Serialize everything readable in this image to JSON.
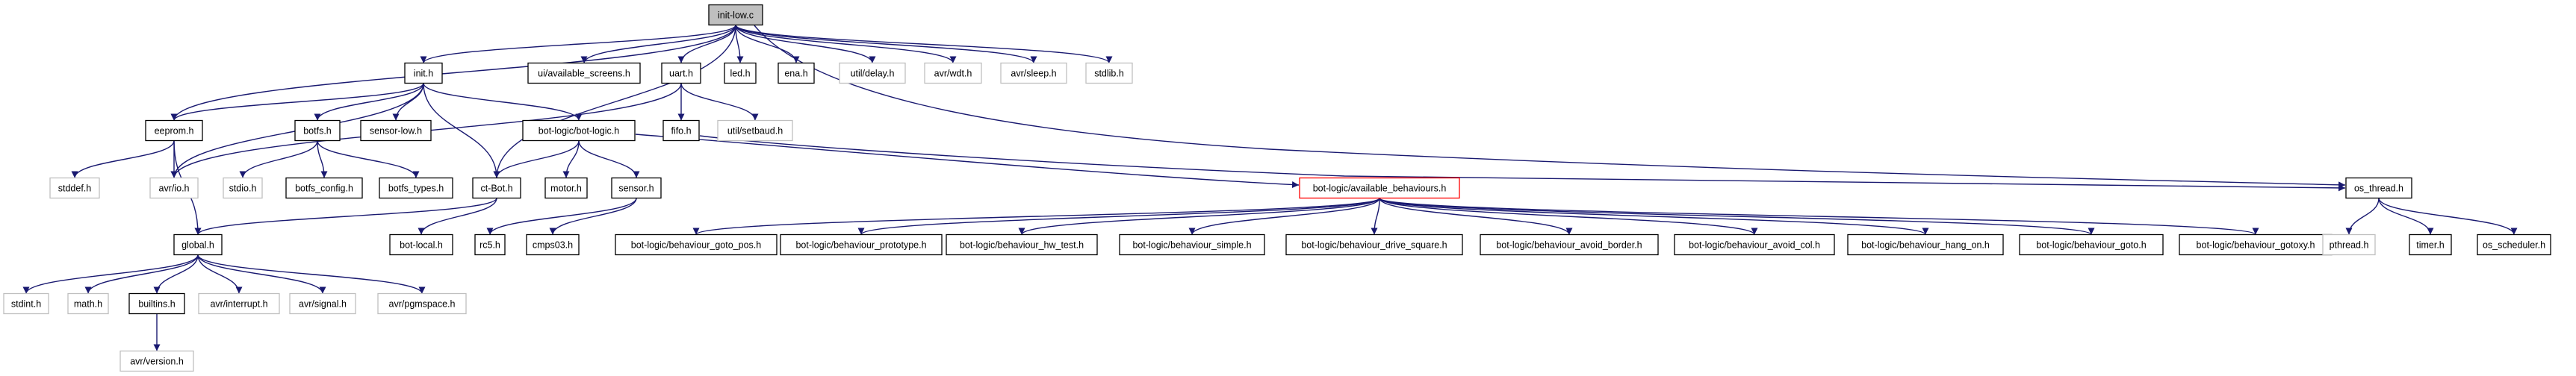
{
  "diagram": {
    "type": "include-dependency-graph",
    "root": "init-low.c",
    "colors": {
      "edge": "#191970",
      "root_fill": "#bfbfbf",
      "node_border": "#000000",
      "leaf_border": "#bfbfbf",
      "highlight_border": "#ff0000",
      "text": "#000000"
    },
    "nodes": [
      {
        "id": "n_init_low_c",
        "label": "init-low.c",
        "style": "root"
      },
      {
        "id": "n_init_h",
        "label": "init.h",
        "style": "normal"
      },
      {
        "id": "n_ui_available_screens_h",
        "label": "ui/available_screens.h",
        "style": "normal"
      },
      {
        "id": "n_uart_h",
        "label": "uart.h",
        "style": "normal"
      },
      {
        "id": "n_led_h",
        "label": "led.h",
        "style": "normal"
      },
      {
        "id": "n_ena_h",
        "label": "ena.h",
        "style": "normal"
      },
      {
        "id": "n_util_delay_h",
        "label": "util/delay.h",
        "style": "leaf"
      },
      {
        "id": "n_avr_wdt_h",
        "label": "avr/wdt.h",
        "style": "leaf"
      },
      {
        "id": "n_avr_sleep_h",
        "label": "avr/sleep.h",
        "style": "leaf"
      },
      {
        "id": "n_stdlib_h",
        "label": "stdlib.h",
        "style": "leaf"
      },
      {
        "id": "n_eeprom_h",
        "label": "eeprom.h",
        "style": "normal"
      },
      {
        "id": "n_botfs_h",
        "label": "botfs.h",
        "style": "normal"
      },
      {
        "id": "n_sensor_low_h",
        "label": "sensor-low.h",
        "style": "normal"
      },
      {
        "id": "n_bot_logic_h",
        "label": "bot-logic/bot-logic.h",
        "style": "normal"
      },
      {
        "id": "n_fifo_h",
        "label": "fifo.h",
        "style": "normal"
      },
      {
        "id": "n_util_setbaud_h",
        "label": "util/setbaud.h",
        "style": "leaf"
      },
      {
        "id": "n_stddef_h",
        "label": "stddef.h",
        "style": "leaf"
      },
      {
        "id": "n_avr_io_h",
        "label": "avr/io.h",
        "style": "leaf"
      },
      {
        "id": "n_stdio_h",
        "label": "stdio.h",
        "style": "leaf"
      },
      {
        "id": "n_botfs_config_h",
        "label": "botfs_config.h",
        "style": "normal"
      },
      {
        "id": "n_botfs_types_h",
        "label": "botfs_types.h",
        "style": "normal"
      },
      {
        "id": "n_ct_bot_h",
        "label": "ct-Bot.h",
        "style": "normal"
      },
      {
        "id": "n_motor_h",
        "label": "motor.h",
        "style": "normal"
      },
      {
        "id": "n_sensor_h",
        "label": "sensor.h",
        "style": "normal"
      },
      {
        "id": "n_available_behaviours_h",
        "label": "bot-logic/available_behaviours.h",
        "style": "highlight"
      },
      {
        "id": "n_os_thread_h",
        "label": "os_thread.h",
        "style": "normal"
      },
      {
        "id": "n_global_h",
        "label": "global.h",
        "style": "normal"
      },
      {
        "id": "n_bot_local_h",
        "label": "bot-local.h",
        "style": "normal"
      },
      {
        "id": "n_rc5_h",
        "label": "rc5.h",
        "style": "normal"
      },
      {
        "id": "n_cmps03_h",
        "label": "cmps03.h",
        "style": "normal"
      },
      {
        "id": "n_beh_goto_pos_h",
        "label": "bot-logic/behaviour_goto_pos.h",
        "style": "normal"
      },
      {
        "id": "n_beh_prototype_h",
        "label": "bot-logic/behaviour_prototype.h",
        "style": "normal"
      },
      {
        "id": "n_beh_hw_test_h",
        "label": "bot-logic/behaviour_hw_test.h",
        "style": "normal"
      },
      {
        "id": "n_beh_simple_h",
        "label": "bot-logic/behaviour_simple.h",
        "style": "normal"
      },
      {
        "id": "n_beh_drive_square_h",
        "label": "bot-logic/behaviour_drive_square.h",
        "style": "normal"
      },
      {
        "id": "n_beh_avoid_border_h",
        "label": "bot-logic/behaviour_avoid_border.h",
        "style": "normal"
      },
      {
        "id": "n_beh_avoid_col_h",
        "label": "bot-logic/behaviour_avoid_col.h",
        "style": "normal"
      },
      {
        "id": "n_beh_hang_on_h",
        "label": "bot-logic/behaviour_hang_on.h",
        "style": "normal"
      },
      {
        "id": "n_beh_goto_h",
        "label": "bot-logic/behaviour_goto.h",
        "style": "normal"
      },
      {
        "id": "n_beh_gotoxy_h",
        "label": "bot-logic/behaviour_gotoxy.h",
        "style": "normal"
      },
      {
        "id": "n_pthread_h",
        "label": "pthread.h",
        "style": "leaf"
      },
      {
        "id": "n_timer_h",
        "label": "timer.h",
        "style": "normal"
      },
      {
        "id": "n_os_scheduler_h",
        "label": "os_scheduler.h",
        "style": "normal"
      },
      {
        "id": "n_stdint_h",
        "label": "stdint.h",
        "style": "leaf"
      },
      {
        "id": "n_math_h",
        "label": "math.h",
        "style": "leaf"
      },
      {
        "id": "n_builtins_h",
        "label": "builtins.h",
        "style": "normal"
      },
      {
        "id": "n_avr_interrupt_h",
        "label": "avr/interrupt.h",
        "style": "leaf"
      },
      {
        "id": "n_avr_signal_h",
        "label": "avr/signal.h",
        "style": "leaf"
      },
      {
        "id": "n_avr_pgmspace_h",
        "label": "avr/pgmspace.h",
        "style": "leaf"
      },
      {
        "id": "n_avr_version_h",
        "label": "avr/version.h",
        "style": "leaf"
      }
    ],
    "edges": [
      [
        "n_init_low_c",
        "n_init_h"
      ],
      [
        "n_init_low_c",
        "n_ui_available_screens_h"
      ],
      [
        "n_init_low_c",
        "n_uart_h"
      ],
      [
        "n_init_low_c",
        "n_led_h"
      ],
      [
        "n_init_low_c",
        "n_ena_h"
      ],
      [
        "n_init_low_c",
        "n_util_delay_h"
      ],
      [
        "n_init_low_c",
        "n_avr_wdt_h"
      ],
      [
        "n_init_low_c",
        "n_avr_sleep_h"
      ],
      [
        "n_init_low_c",
        "n_stdlib_h"
      ],
      [
        "n_init_low_c",
        "n_eeprom_h"
      ],
      [
        "n_init_low_c",
        "n_ct_bot_h"
      ],
      [
        "n_init_low_c",
        "n_os_thread_h"
      ],
      [
        "n_init_h",
        "n_eeprom_h"
      ],
      [
        "n_init_h",
        "n_botfs_h"
      ],
      [
        "n_init_h",
        "n_sensor_low_h"
      ],
      [
        "n_init_h",
        "n_bot_logic_h"
      ],
      [
        "n_init_h",
        "n_ct_bot_h"
      ],
      [
        "n_init_h",
        "n_avr_io_h"
      ],
      [
        "n_uart_h",
        "n_fifo_h"
      ],
      [
        "n_uart_h",
        "n_util_setbaud_h"
      ],
      [
        "n_uart_h",
        "n_avr_io_h"
      ],
      [
        "n_eeprom_h",
        "n_stddef_h"
      ],
      [
        "n_eeprom_h",
        "n_avr_io_h"
      ],
      [
        "n_eeprom_h",
        "n_global_h"
      ],
      [
        "n_botfs_h",
        "n_stdio_h"
      ],
      [
        "n_botfs_h",
        "n_botfs_config_h"
      ],
      [
        "n_botfs_h",
        "n_botfs_types_h"
      ],
      [
        "n_bot_logic_h",
        "n_ct_bot_h"
      ],
      [
        "n_bot_logic_h",
        "n_motor_h"
      ],
      [
        "n_bot_logic_h",
        "n_sensor_h"
      ],
      [
        "n_bot_logic_h",
        "n_available_behaviours_h"
      ],
      [
        "n_fifo_h",
        "n_os_thread_h"
      ],
      [
        "n_ct_bot_h",
        "n_global_h"
      ],
      [
        "n_ct_bot_h",
        "n_bot_local_h"
      ],
      [
        "n_sensor_h",
        "n_rc5_h"
      ],
      [
        "n_sensor_h",
        "n_cmps03_h"
      ],
      [
        "n_available_behaviours_h",
        "n_beh_goto_pos_h"
      ],
      [
        "n_available_behaviours_h",
        "n_beh_prototype_h"
      ],
      [
        "n_available_behaviours_h",
        "n_beh_hw_test_h"
      ],
      [
        "n_available_behaviours_h",
        "n_beh_simple_h"
      ],
      [
        "n_available_behaviours_h",
        "n_beh_drive_square_h"
      ],
      [
        "n_available_behaviours_h",
        "n_beh_avoid_border_h"
      ],
      [
        "n_available_behaviours_h",
        "n_beh_avoid_col_h"
      ],
      [
        "n_available_behaviours_h",
        "n_beh_hang_on_h"
      ],
      [
        "n_available_behaviours_h",
        "n_beh_goto_h"
      ],
      [
        "n_available_behaviours_h",
        "n_beh_gotoxy_h"
      ],
      [
        "n_os_thread_h",
        "n_pthread_h"
      ],
      [
        "n_os_thread_h",
        "n_timer_h"
      ],
      [
        "n_os_thread_h",
        "n_os_scheduler_h"
      ],
      [
        "n_global_h",
        "n_stdint_h"
      ],
      [
        "n_global_h",
        "n_math_h"
      ],
      [
        "n_global_h",
        "n_builtins_h"
      ],
      [
        "n_global_h",
        "n_avr_interrupt_h"
      ],
      [
        "n_global_h",
        "n_avr_signal_h"
      ],
      [
        "n_global_h",
        "n_avr_pgmspace_h"
      ],
      [
        "n_builtins_h",
        "n_avr_version_h"
      ]
    ]
  }
}
